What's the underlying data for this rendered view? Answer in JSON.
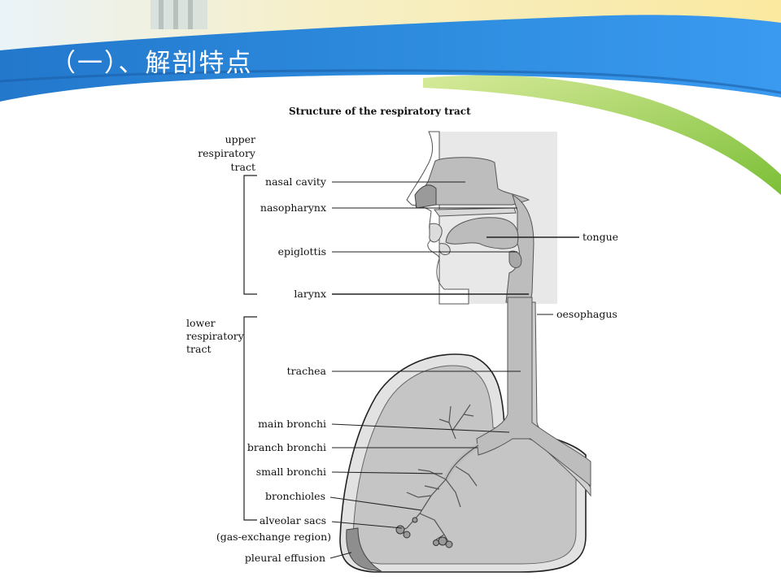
{
  "slide": {
    "title": "（一）、解剖特点"
  },
  "diagram": {
    "title": "Structure of the respiratory tract",
    "groups": {
      "upper": [
        "upper",
        "respiratory",
        "tract"
      ],
      "lower": [
        "lower",
        "respiratory",
        "tract"
      ]
    },
    "labels": {
      "nasal_cavity": "nasal cavity",
      "nasopharynx": "nasopharynx",
      "epiglottis": "epiglottis",
      "larynx": "larynx",
      "trachea": "trachea",
      "main_bronchi": "main bronchi",
      "branch_bronchi": "branch bronchi",
      "small_bronchi": "small bronchi",
      "bronchioles": "bronchioles",
      "alveolar_sacs": "alveolar sacs",
      "gas_exchange": "(gas-exchange region)",
      "pleural_effusion": "pleural effusion",
      "tongue": "tongue",
      "oesophagus": "oesophagus"
    }
  },
  "colors": {
    "banner_blue": "#2a86d9",
    "banner_dark": "#1565b8",
    "banner_green": "#8cc63e",
    "tissue_light": "#e6e6e6",
    "tissue_mid": "#c4c4c4",
    "tissue_dark": "#a8a8a8"
  }
}
